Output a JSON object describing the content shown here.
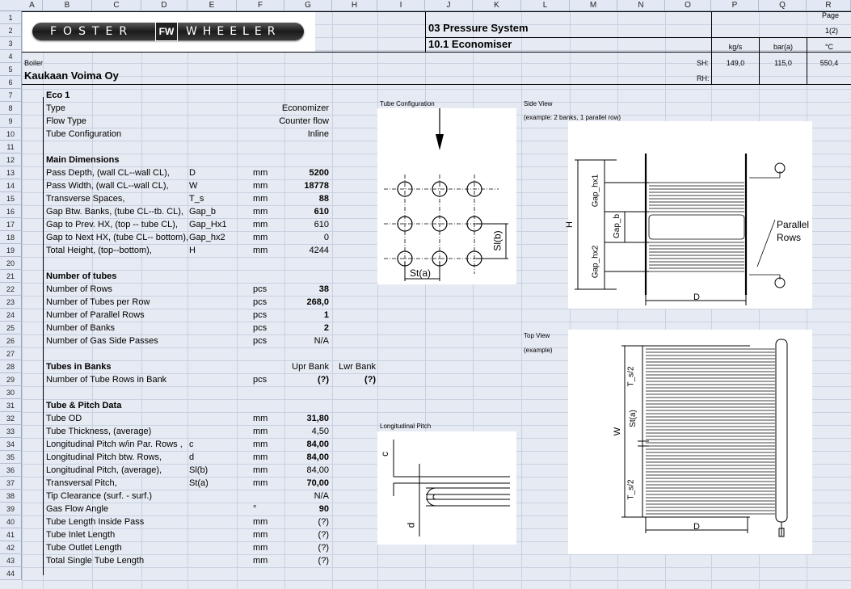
{
  "columns": [
    "A",
    "B",
    "C",
    "D",
    "E",
    "F",
    "G",
    "H",
    "I",
    "J",
    "K",
    "L",
    "M",
    "N",
    "O",
    "P",
    "Q",
    "R"
  ],
  "rows": [
    "1",
    "2",
    "3",
    "4",
    "5",
    "6",
    "7",
    "8",
    "9",
    "10",
    "11",
    "12",
    "13",
    "14",
    "15",
    "16",
    "17",
    "18",
    "19",
    "20",
    "21",
    "22",
    "23",
    "24",
    "25",
    "26",
    "27",
    "28",
    "29",
    "30",
    "31",
    "32",
    "33",
    "34",
    "35",
    "36",
    "37",
    "38",
    "39",
    "40",
    "41",
    "42",
    "43",
    "44"
  ],
  "logo": {
    "left": "FOSTER",
    "right": "WHEELER",
    "mark": "FW"
  },
  "header": {
    "system": "03 Pressure System",
    "section": "10.1 Economiser",
    "page_label": "Page",
    "page_value": "1(2)",
    "units": [
      "kg/s",
      "bar(a)",
      "°C"
    ],
    "boiler_label": "Boiler",
    "company": "Kaukaan Voima Oy",
    "sh_label": "SH:",
    "rh_label": "RH:",
    "sh_values": [
      "149,0",
      "115,0",
      "550,4"
    ]
  },
  "eco": {
    "title": "Eco 1",
    "type_label": "Type",
    "type_value": "Economizer",
    "flow_label": "Flow Type",
    "flow_value": "Counter flow",
    "tubecfg_label": "Tube Configuration",
    "tubecfg_value": "Inline"
  },
  "main_dims": {
    "title": "Main Dimensions",
    "rows": [
      {
        "label": "Pass Depth, (wall CL--wall CL),",
        "sym": "D",
        "unit": "mm",
        "value": "5200",
        "bold": true
      },
      {
        "label": "Pass Width, (wall CL--wall CL),",
        "sym": "W",
        "unit": "mm",
        "value": "18778",
        "bold": true
      },
      {
        "label": "Transverse Spaces,",
        "sym": "T_s",
        "unit": "mm",
        "value": "88",
        "bold": true
      },
      {
        "label": "Gap Btw.  Banks, (tube CL--tb. CL),",
        "sym": "Gap_b",
        "unit": "mm",
        "value": "610",
        "bold": true
      },
      {
        "label": "Gap to Prev. HX, (top -- tube CL),",
        "sym": "Gap_Hx1",
        "unit": "mm",
        "value": "610",
        "bold": false
      },
      {
        "label": "Gap to Next HX,  (tube CL-- bottom),",
        "sym": "Gap_hx2",
        "unit": "mm",
        "value": "0",
        "bold": false
      },
      {
        "label": "Total Height, (top--bottom),",
        "sym": "H",
        "unit": "mm",
        "value": "4244",
        "bold": false
      }
    ]
  },
  "tubes": {
    "title": "Number of tubes",
    "rows": [
      {
        "label": "Number of Rows",
        "unit": "pcs",
        "value": "38",
        "bold": true
      },
      {
        "label": "Number of Tubes per Row",
        "unit": "pcs",
        "value": "268,0",
        "bold": true
      },
      {
        "label": "Number of Parallel Rows",
        "unit": "pcs",
        "value": "1",
        "bold": true
      },
      {
        "label": "Number of Banks",
        "unit": "pcs",
        "value": "2",
        "bold": true
      },
      {
        "label": "Number of Gas Side Passes",
        "unit": "pcs",
        "value": "N/A",
        "bold": false
      }
    ]
  },
  "banks": {
    "title": "Tubes in Banks",
    "upr": "Upr Bank",
    "lwr": "Lwr Bank",
    "label": "Number of Tube Rows in Bank",
    "unit": "pcs",
    "upr_value": "(?)",
    "lwr_value": "(?)"
  },
  "pitch": {
    "title": "Tube & Pitch Data",
    "rows": [
      {
        "label": "Tube OD",
        "sym": "",
        "unit": "mm",
        "value": "31,80",
        "bold": true
      },
      {
        "label": "Tube Thickness, (average)",
        "sym": "",
        "unit": "mm",
        "value": "4,50",
        "bold": false
      },
      {
        "label": "Longitudinal Pitch w/in Par. Rows ,",
        "sym": "c",
        "unit": "mm",
        "value": "84,00",
        "bold": true
      },
      {
        "label": "Longitudinal Pitch btw. Rows,",
        "sym": "d",
        "unit": "mm",
        "value": "84,00",
        "bold": true
      },
      {
        "label": "Longitudinal Pitch, (average),",
        "sym": "Sl(b)",
        "unit": "mm",
        "value": "84,00",
        "bold": false
      },
      {
        "label": "Transversal Pitch,",
        "sym": "St(a)",
        "unit": "mm",
        "value": "70,00",
        "bold": true
      },
      {
        "label": "Tip Clearance (surf. - surf.)",
        "sym": "",
        "unit": "",
        "value": "N/A",
        "bold": false
      },
      {
        "label": "Gas Flow Angle",
        "sym": "",
        "unit": "°",
        "value": "90",
        "bold": true
      },
      {
        "label": "Tube Length Inside Pass",
        "sym": "",
        "unit": "mm",
        "value": "(?)",
        "bold": false
      },
      {
        "label": "Tube Inlet Length",
        "sym": "",
        "unit": "mm",
        "value": "(?)",
        "bold": false
      },
      {
        "label": "Tube Outlet Length",
        "sym": "",
        "unit": "mm",
        "value": "(?)",
        "bold": false
      },
      {
        "label": "Total Single Tube Length",
        "sym": "",
        "unit": "mm",
        "value": "(?)",
        "bold": false
      }
    ]
  },
  "figures": {
    "tube_cfg": "Tube Configuration",
    "side_view": "Side View",
    "side_note": "(example: 2 banks, 1 parallel row)",
    "top_view": "Top View",
    "top_note": "(example)",
    "long_pitch": "Longitudinal Pitch",
    "st_label": "St(a)",
    "sl_label": "Sl(b)",
    "h_label": "H",
    "d_label": "D",
    "w_label": "W",
    "gap1": "Gap_hx1",
    "gapb": "Gap_b",
    "gap2": "Gap_hx2",
    "parallel1": "Parallel",
    "parallel2": "Rows",
    "ts_half": "T_s/2",
    "st_small": "St(a)",
    "c_label": "c",
    "d_small": "d"
  }
}
